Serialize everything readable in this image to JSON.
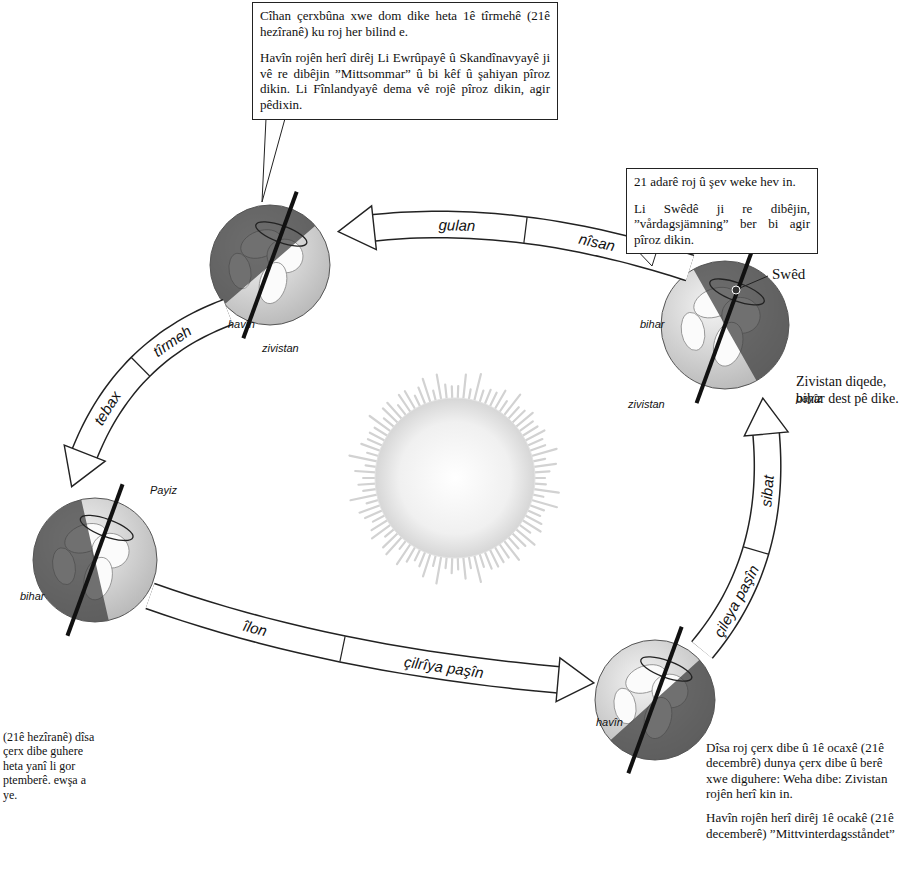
{
  "diagram": {
    "nodes": [
      {
        "text": [
          "Cîhan çerxbûna xwe dom dike heta 1ê tîrmehê (21ê hezîranê) ku roj her bilind e.",
          "Havîn rojên herî dirêj Li Ewrûpayê û Skandînavyayê ji vê re dibêjin ”Mittsommar” û bi kêf û şahiyan pîroz dikin. Li Fînlandyayê dema vê rojê pîroz dikin, agir pêdixin."
        ]
      },
      {
        "text": [
          "21 adarê roj û şev weke hev in.",
          "Li Swêdê ji re dibêjin, ”vårdagsjämning” ber bi agir pîroz dikin."
        ]
      }
    ],
    "labels": [
      "gulan",
      "nîsan",
      "tîrmeh",
      "tebax",
      "îlon",
      "çilrîya paşîn",
      "çileya paşîn",
      "sibat",
      "havîn",
      "zivistan",
      "bihar",
      "Swêd",
      "zivistan",
      "payîz",
      "Payiz",
      "bihar",
      "havîn",
      "Zivistan diqede, bihar dest pê dike.",
      "Dîsa roj çerx dibe û 1ê ocaxê (21ê decembrê) dunya çerx dibe û berê xwe diguhere: Weha dibe: Zivistan rojên herî kin in.",
      "Havîn rojên herî dirêj 1ê ocakê (21ê decemberê) ”Mittvinterdagsståndet”",
      "(21ê hezîranê) dîsa çerx dibe guhere heta yanî li gor ptemberê. ewşa a ye."
    ]
  }
}
